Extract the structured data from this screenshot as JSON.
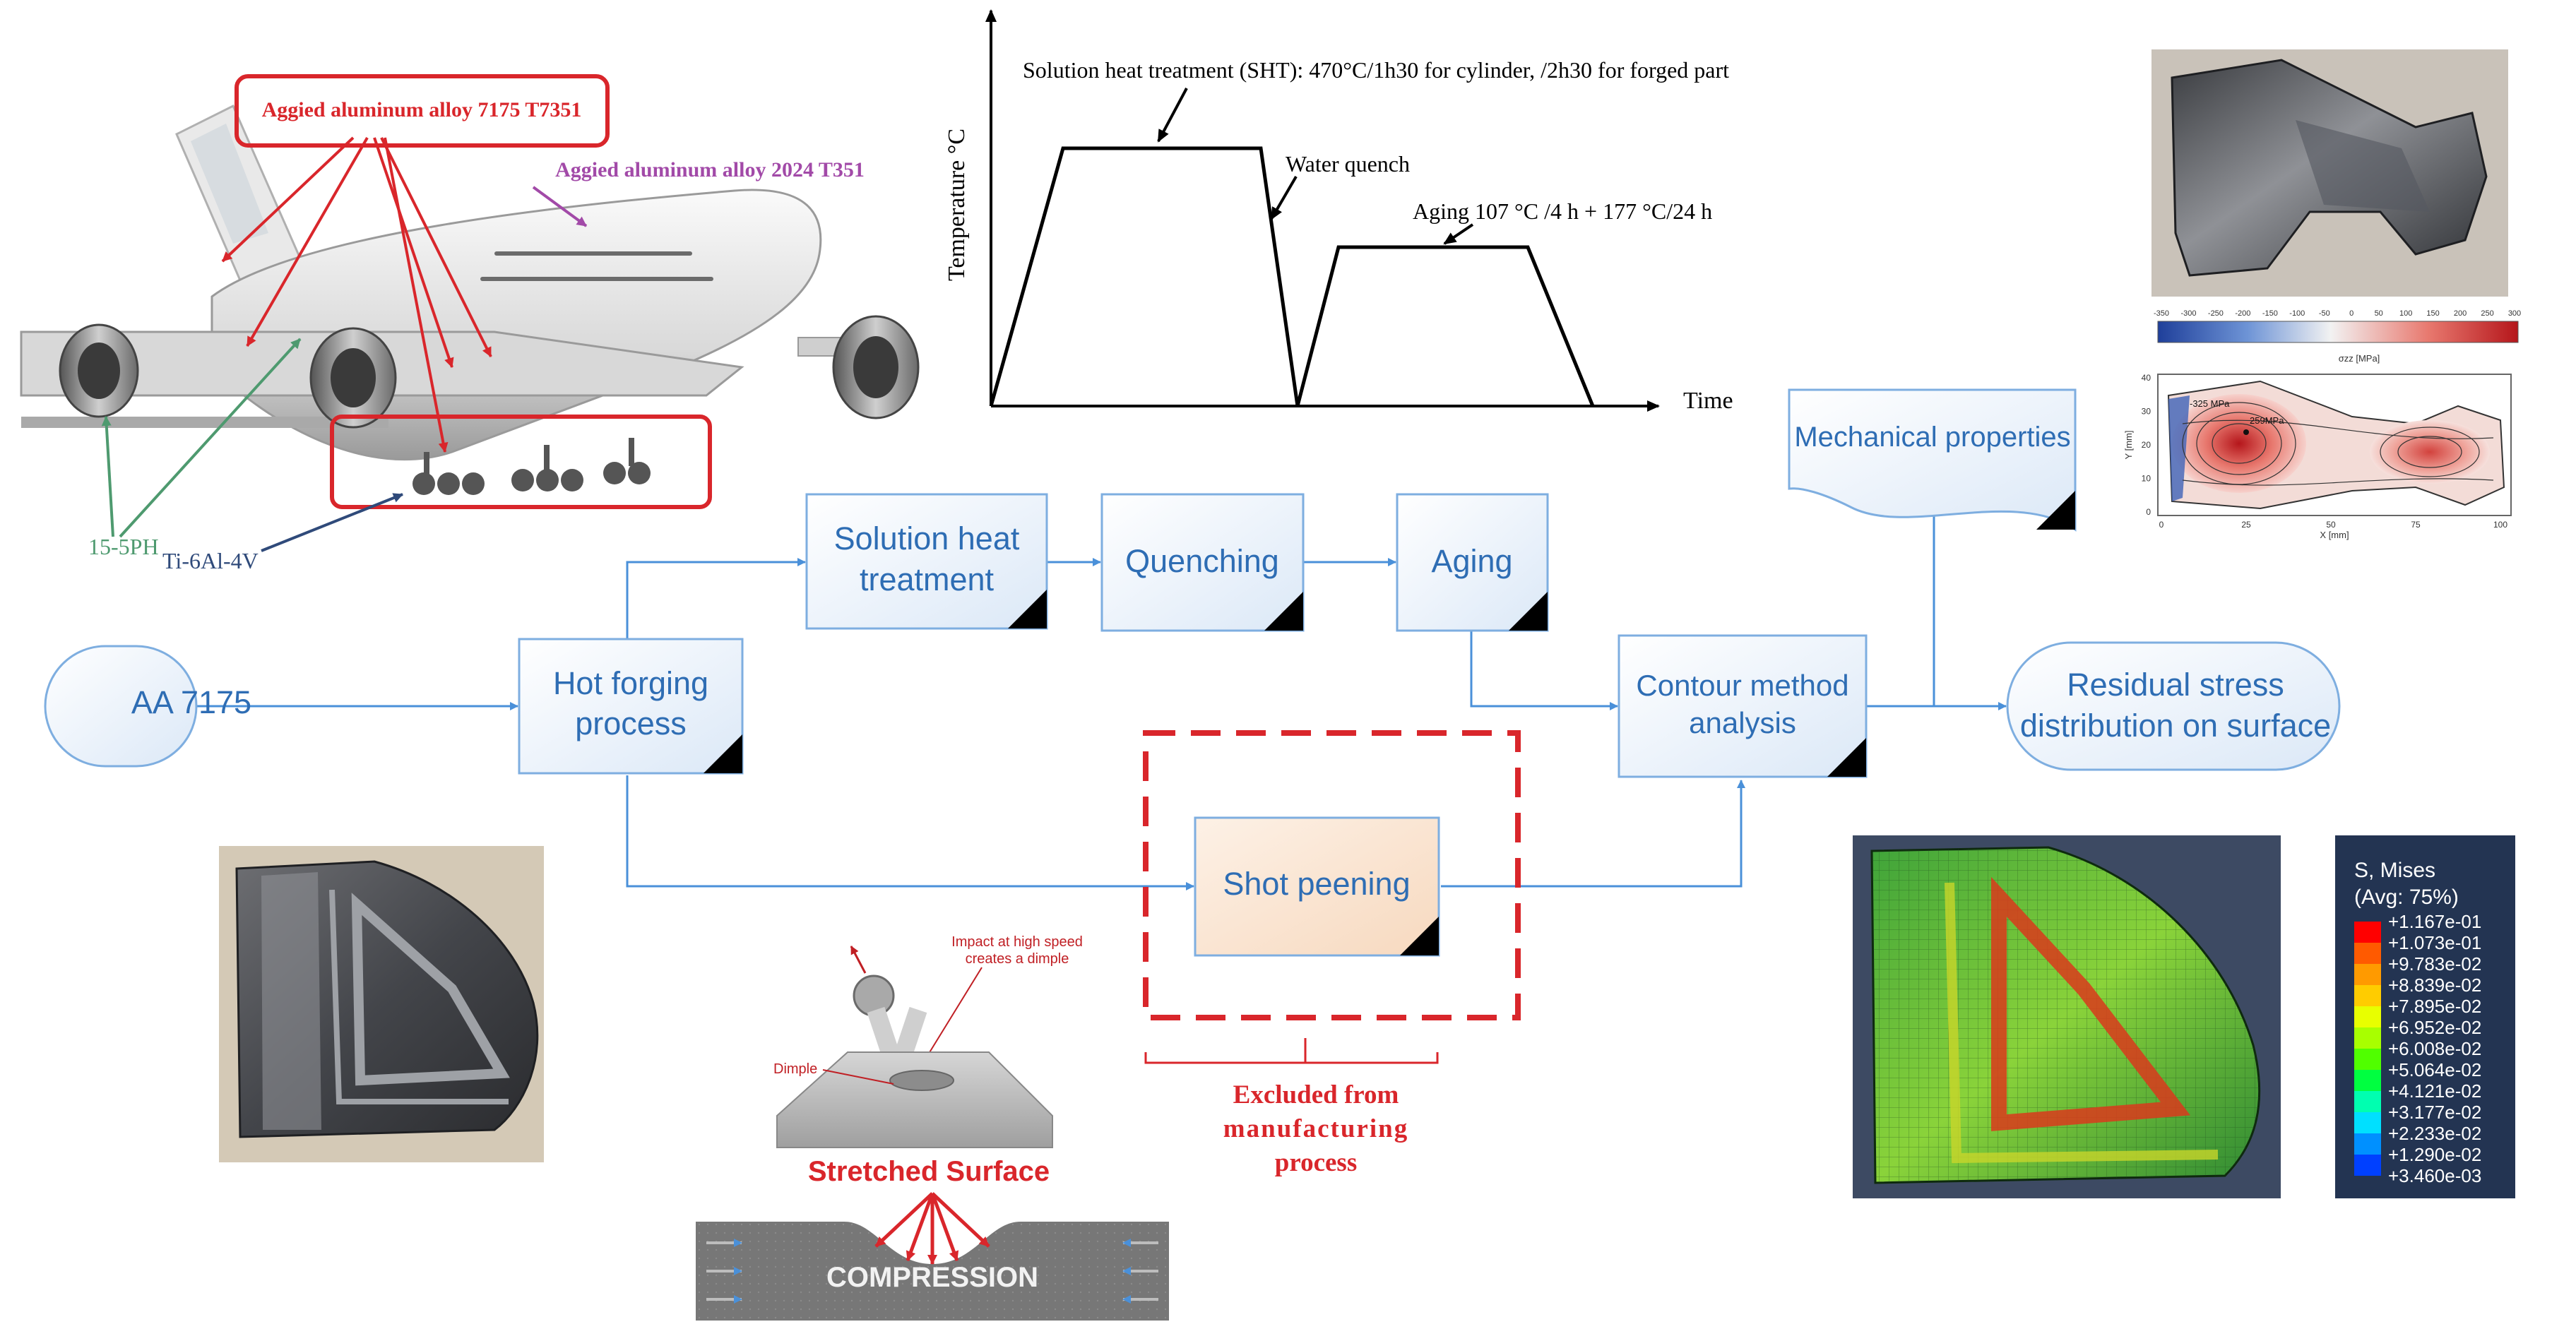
{
  "aircraft": {
    "callout_7175": "Aggied aluminum alloy 7175 T7351",
    "callout_2024": "Aggied aluminum alloy 2024 T351",
    "callout_155ph": "15-5PH",
    "callout_ti": "Ti-6Al-4V",
    "colors": {
      "red": "#d9262b",
      "purple": "#a24aa8",
      "green": "#4e9a6f",
      "navy": "#2f4a7a"
    }
  },
  "heat_treatment": {
    "ylabel": "Temperature °C",
    "xlabel": "Time",
    "sht_label": "Solution heat treatment (SHT): 470°C/1h30 for cylinder, /2h30 for forged part",
    "quench_label": "Water quench",
    "aging_label": "Aging 107 °C /4 h + 177 °C/24 h"
  },
  "flow": {
    "start": "AA 7175",
    "hot_forging_l1": "Hot forging",
    "hot_forging_l2": "process",
    "sht_l1": "Solution heat",
    "sht_l2": "treatment",
    "quenching": "Quenching",
    "aging": "Aging",
    "contour_l1": "Contour method",
    "contour_l2": "analysis",
    "mechanical": "Mechanical properties",
    "result_l1": "Residual stress",
    "result_l2": "distribution on surface",
    "shot_peening": "Shot peening",
    "excluded_l1": "Excluded from",
    "excluded_l2": "manufacturing",
    "excluded_l3": "process",
    "colors": {
      "line": "#4a90d9",
      "box_fill": "#e6f0fb",
      "box_stroke": "#5b9bd5",
      "text": "#2e6db4",
      "peen_fill": "#fbe6d4",
      "dash_red": "#d9262b"
    }
  },
  "peening": {
    "impact_l1": "Impact at high speed",
    "impact_l2": "creates a dimple",
    "dimple": "Dimple",
    "stretched": "Stretched Surface",
    "compression": "COMPRESSION"
  },
  "contour_map": {
    "unit_label": "σzz [MPa]",
    "scale_ticks": [
      "-350",
      "-300",
      "-250",
      "-200",
      "-150",
      "-100",
      "-50",
      "0",
      "50",
      "100",
      "150",
      "200",
      "250",
      "300"
    ],
    "y_ticks": [
      "40",
      "30",
      "20",
      "10",
      "0"
    ],
    "x_ticks": [
      "0",
      "25",
      "50",
      "75",
      "100"
    ],
    "ylabel": "Y [mm]",
    "xlabel": "X [mm]",
    "note_a": "-325 MPa",
    "note_b": "259MPa"
  },
  "mises_legend": {
    "title_l1": "S, Mises",
    "title_l2": "(Avg: 75%)",
    "values": [
      "+1.167e-01",
      "+1.073e-01",
      "+9.783e-02",
      "+8.839e-02",
      "+7.895e-02",
      "+6.952e-02",
      "+6.008e-02",
      "+5.064e-02",
      "+4.121e-02",
      "+3.177e-02",
      "+2.233e-02",
      "+1.290e-02",
      "+3.460e-03"
    ],
    "colors": [
      "#ff0000",
      "#ff5a00",
      "#ff9a00",
      "#ffcc00",
      "#e8ff00",
      "#a8ff00",
      "#50ff00",
      "#00ff40",
      "#00ffb0",
      "#00e0ff",
      "#0090ff",
      "#0040ff",
      "#0000ff"
    ]
  }
}
